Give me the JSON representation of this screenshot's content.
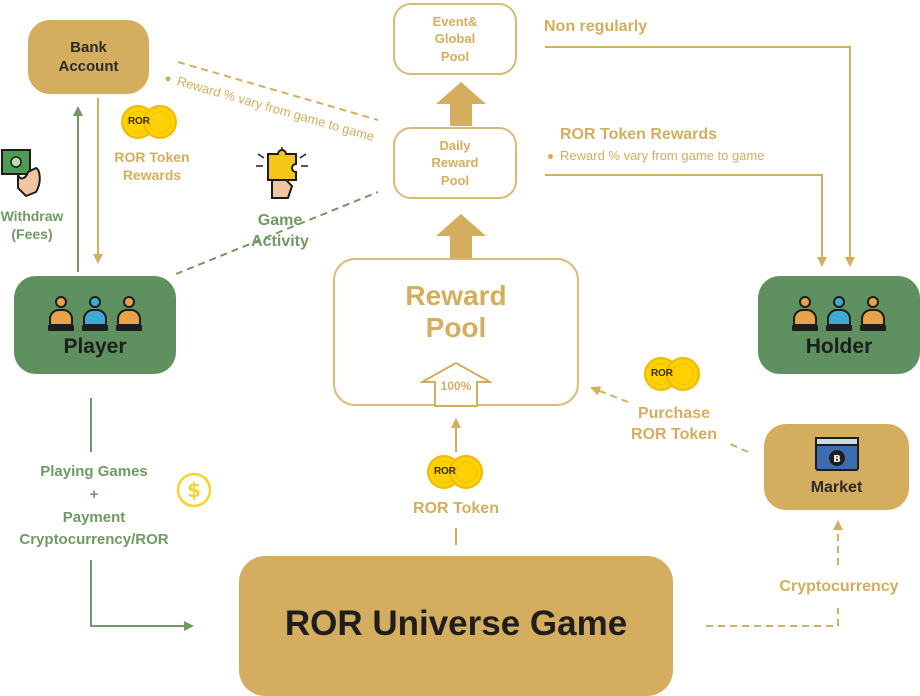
{
  "nodes": {
    "bank": "Bank\nAccount",
    "event_pool": "Event&\nGlobal\nPool",
    "daily_pool": "Daily\nReward\nPool",
    "reward_pool": "Reward\nPool",
    "reward_percent": "100%",
    "player": "Player",
    "holder": "Holder",
    "market": "Market",
    "game": "ROR Universe Game"
  },
  "labels": {
    "non_regularly": "Non regularly",
    "ror_token_rewards_top": "ROR Token Rewards",
    "reward_vary_top": "Reward % vary from game to game",
    "reward_vary_bank": "Reward % vary from game to game",
    "ror_token_rewards_bank": "ROR Token\nRewards",
    "withdraw": "Withdraw\n(Fees)",
    "game_activity": "Game\nActivity",
    "purchase": "Purchase\nROR Token",
    "ror_token": "ROR Token",
    "playing": "Playing Games\n+\nPayment\nCryptocurrency/ROR",
    "crypto": "Cryptocurrency"
  },
  "coin_text": "ROR",
  "icons": [
    "coin-icon",
    "puzzle-hand-icon",
    "cash-withdraw-icon",
    "dollar-coin-icon",
    "bitcoin-browser-icon",
    "users-group-icon"
  ],
  "colors": {
    "gold": "#d4ae5e",
    "green": "#5f9060",
    "coin": "#ffd200"
  }
}
